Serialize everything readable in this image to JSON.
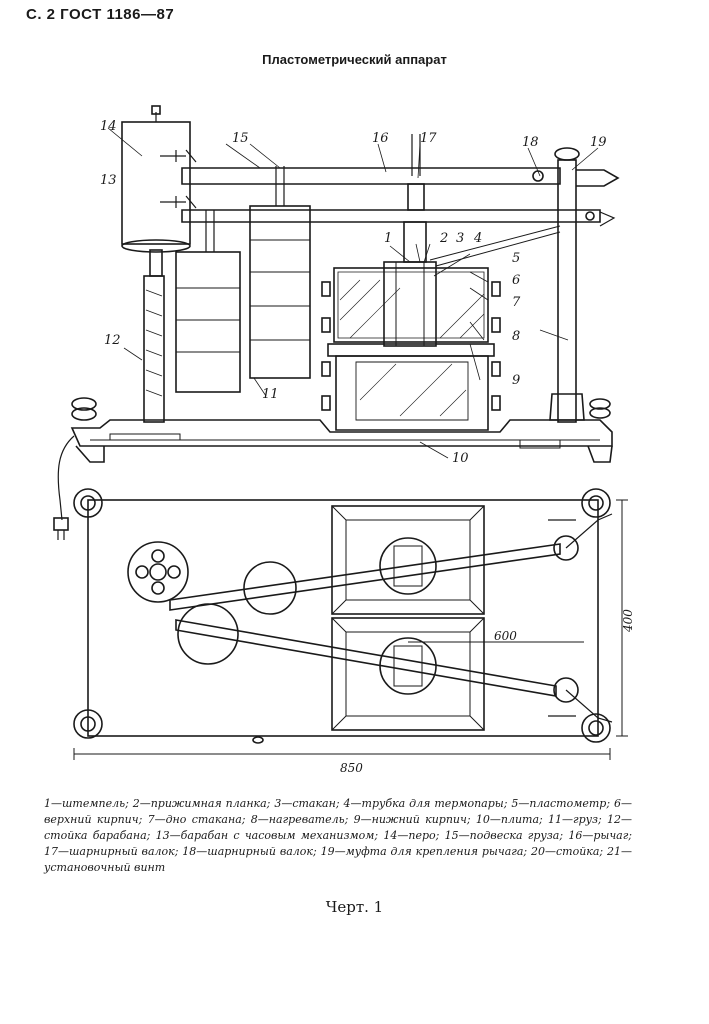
{
  "header": {
    "text": "С. 2 ГОСТ 1186—87"
  },
  "figure": {
    "title": "Пластометрический аппарат",
    "callouts": [
      "1",
      "2",
      "3",
      "4",
      "5",
      "6",
      "7",
      "8",
      "9",
      "10",
      "11",
      "12",
      "13",
      "14",
      "15",
      "16",
      "17",
      "18",
      "19"
    ],
    "dimensions": {
      "width": "850",
      "height": "400",
      "inner": "600"
    }
  },
  "caption": {
    "text": "1—штемпель; 2—прижимная планка; 3—стакан; 4—трубка для термопары; 5—пластометр; 6—верхний кирпич; 7—дно стакана; 8—нагреватель; 9—нижний кирпич; 10—плита; 11—груз; 12—стойка барабана; 13—барабан с часовым механизмом; 14—перо; 15—подвеска груза; 16—рычаг; 17—шарнирный валок; 18—шарнирный валок; 19—муфта для крепления рычага; 20—стойка; 21—установочный винт"
  },
  "footer": {
    "label": "Черт. 1"
  }
}
